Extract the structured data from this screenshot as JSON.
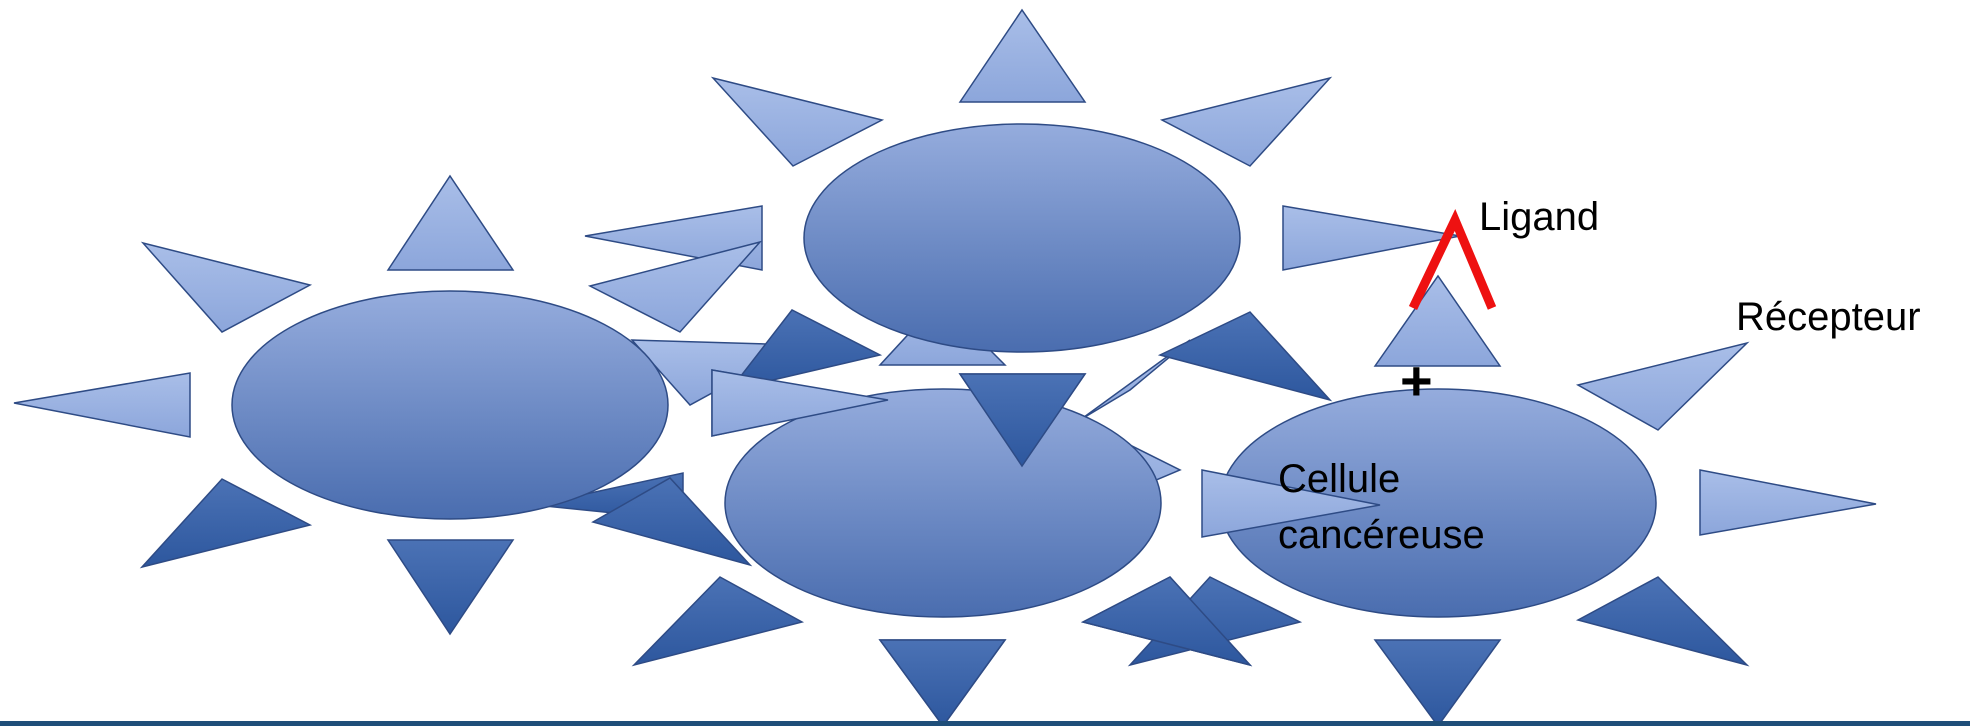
{
  "labels": {
    "ligand": "Ligand",
    "recepteur": "Récepteur",
    "cellule_line1": "Cellule",
    "cellule_line2": "cancéreuse",
    "plus_sign": "+"
  },
  "colors": {
    "cell_top": "#95ACDD",
    "cell_bottom": "#4A6DAF",
    "light_triangle": "#9BB3E3",
    "dark_triangle": "#3A62A7",
    "stroke": "#2E4B85",
    "ligand": "#EE1111",
    "bottom_bar": "#1F4E79"
  }
}
